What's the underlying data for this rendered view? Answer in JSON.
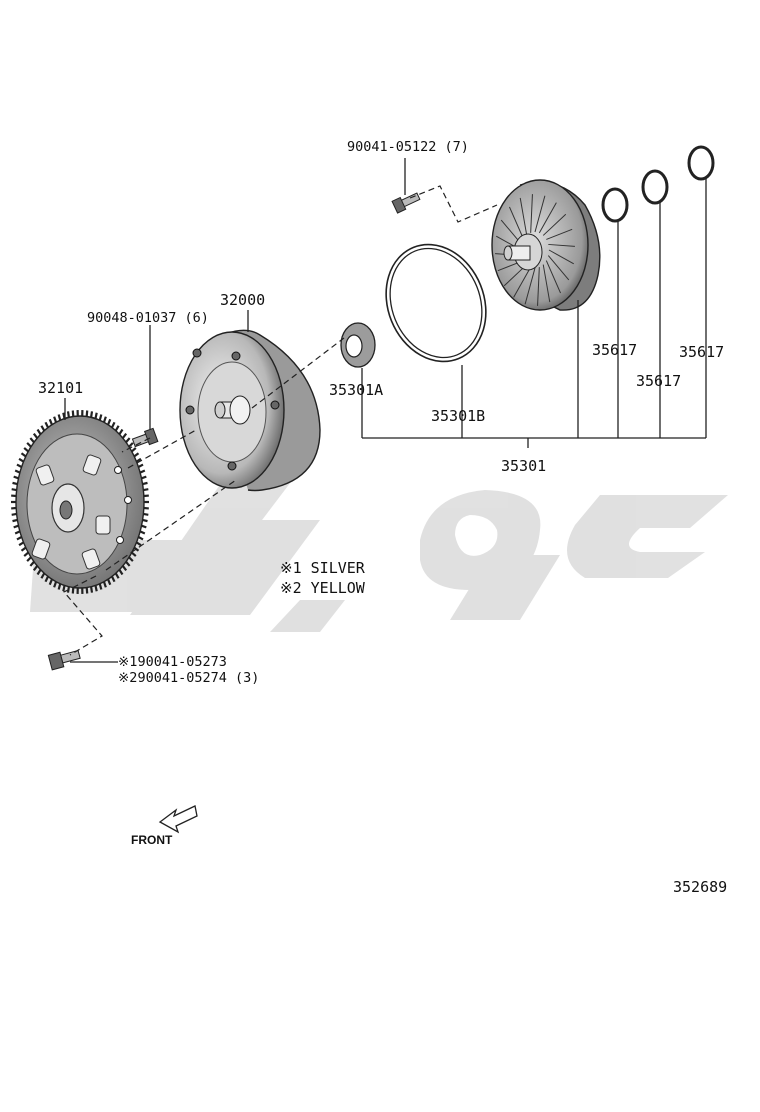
{
  "parts": {
    "bolt_pump": "90041-05122 (7)",
    "bolt_converter": "90048-01037 (6)",
    "torque_converter": "32000",
    "drive_plate": "32101",
    "oil_seal": "35301A",
    "o_ring": "35301B",
    "pump_assembly": "35301",
    "ring_a": "35617",
    "ring_b": "35617",
    "ring_c": "35617",
    "flywheel_bolt_1": "※190041-05273",
    "flywheel_bolt_2": "※290041-05274 (3)"
  },
  "notes": {
    "note_1": "※1 SILVER",
    "note_2": "※2 YELLOW"
  },
  "front_label": "FRONT",
  "diagram_id": "352689",
  "watermark_color": "#c8c8c8"
}
